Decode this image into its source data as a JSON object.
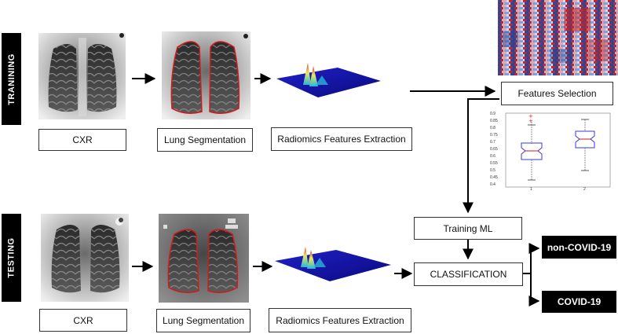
{
  "sections": {
    "training": "TRANINING",
    "testing": "TESTING"
  },
  "training_row": {
    "cxr": "CXR",
    "segmentation": "Lung Segmentation",
    "radiomics": "Radiomics Features Extraction"
  },
  "testing_row": {
    "cxr": "CXR",
    "segmentation": "Lung Segmentation",
    "radiomics": "Radiomics Features Extraction"
  },
  "pipeline": {
    "features_selection": "Features Selection",
    "training_ml": "Training ML",
    "classification": "CLASSIFICATION"
  },
  "outputs": {
    "non_covid": "non-COVID-19",
    "covid": "COVID-19"
  },
  "boxplot": {
    "y_ticks": [
      "0.9",
      "0.85",
      "0.8",
      "0.75",
      "0.7",
      "0.65",
      "0.6",
      "0.55",
      "0.5",
      "0.45",
      "0.4"
    ],
    "x_ticks": [
      "1",
      "2"
    ]
  },
  "colors": {
    "lung_contour": "#d11a1a",
    "surface_blue": "#1a1ab0",
    "box_outline": "#3a3ad8",
    "heatmap_red": "#c0262b",
    "heatmap_blue": "#24489c"
  }
}
